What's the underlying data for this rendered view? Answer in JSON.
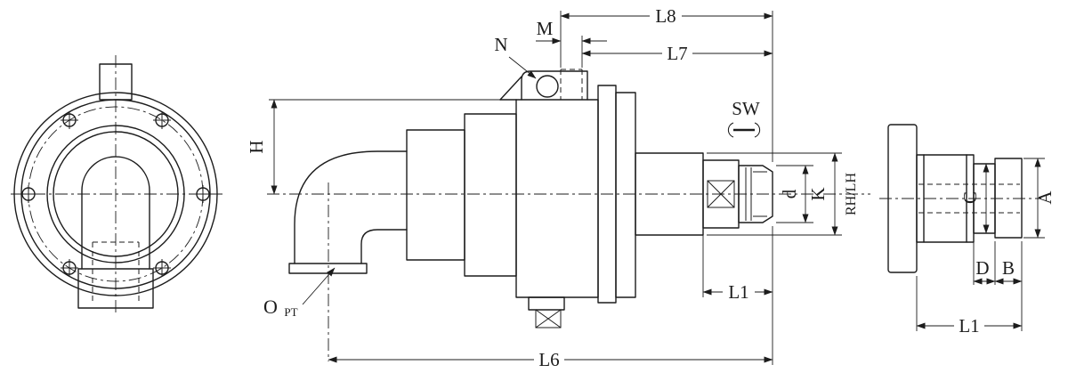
{
  "labels": {
    "L8": "L8",
    "L7": "L7",
    "M": "M",
    "N": "N",
    "H": "H",
    "SW": "SW",
    "d": "d",
    "K": "K",
    "RH_LH": "RH/LH",
    "L1": "L1",
    "O": "O",
    "PT": "PT",
    "L6": "L6",
    "C": "C",
    "A": "A",
    "D": "D",
    "B": "B"
  },
  "colors": {
    "line": "#1c1c1c",
    "background": "#ffffff"
  }
}
